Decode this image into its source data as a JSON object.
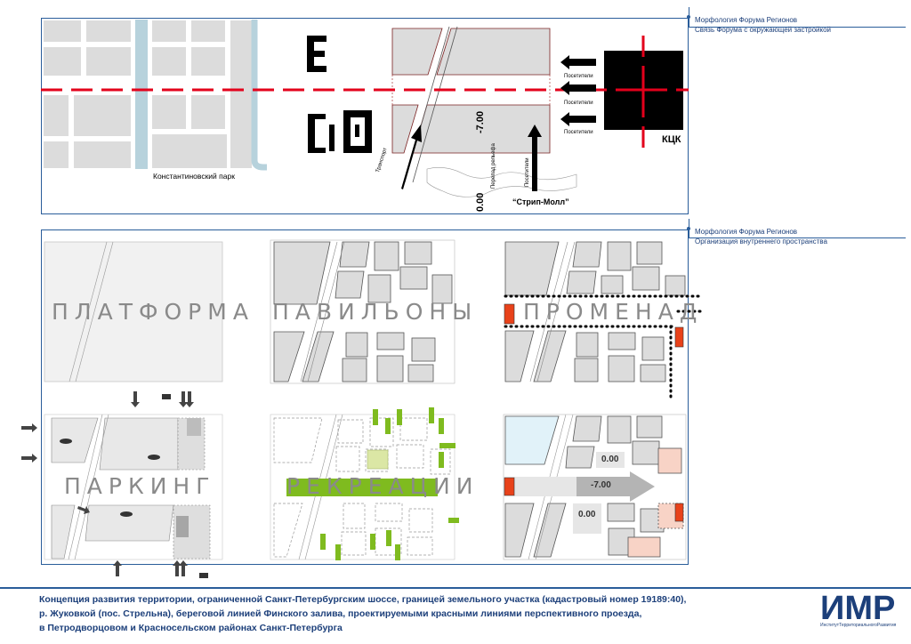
{
  "top_panel": {
    "title": "Морфология Форума Регионов",
    "subtitle": "Связь Форума с окружающей застройкой",
    "park_label": "Константиновский парк",
    "kck_label": "КЦК",
    "visitors_label": "Посетители",
    "transport_label": "Транспорт",
    "level_zero": "0.00",
    "level_minus": "-7.00",
    "relief_label": "Перепад рельефа",
    "strip_mall_label": "“Стрип-Молл”"
  },
  "bottom_panel": {
    "title": "Морфология Форума Регионов",
    "subtitle": "Организация внутреннего пространства",
    "labels": {
      "platform": "ПЛАТФОРМА",
      "pavilions": "ПАВИЛЬОНЫ",
      "promenade": "ПРОМЕНАД",
      "parking": "ПАРКИНГ",
      "recreation": "РЕКРЕАЦИИ"
    },
    "levels": {
      "top": "0.00",
      "middle": "-7.00",
      "bottom": "0.00"
    }
  },
  "footer": {
    "line1": "Концепция развития территории, ограниченной Санкт-Петербургским шоссе, границей земельного участка (кадастровый номер 19189:40),",
    "line2": "р. Жуковкой (пос. Стрельна), береговой линией Финского залива, проектируемыми красными линиями перспективного проезда,",
    "line3": "в Петродворцовом и Красносельском районах Санкт-Петербурга"
  },
  "logo": {
    "text": "ИМР",
    "subtitle": "ИнститутТерриториальногоРазвития"
  },
  "colors": {
    "accent_blue": "#2a5d9a",
    "red_axis": "#e3001b",
    "block_gray": "#dcdcdc",
    "green": "#7fbb1f",
    "orange_red": "#e8421a",
    "peach": "#f8d3c6",
    "light_blue": "#e1f2f9"
  }
}
